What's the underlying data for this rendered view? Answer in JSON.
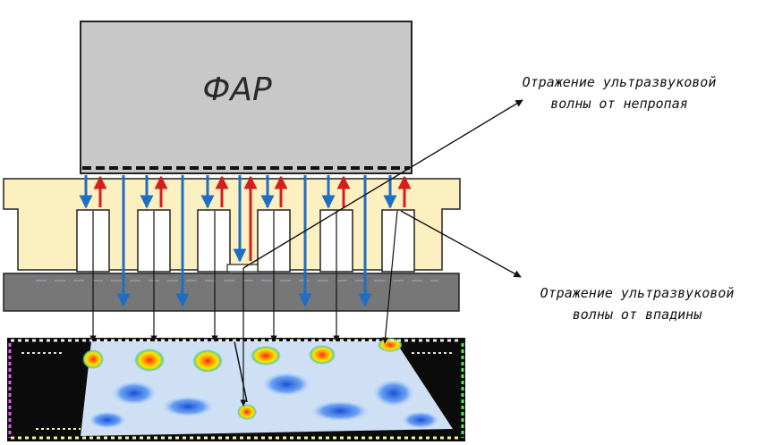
{
  "array_label": "ФАР",
  "annotations": {
    "lack_of_fusion": [
      "Отражение ультразвуковой",
      "волны от непропая"
    ],
    "groove": [
      "Отражение ультразвуковой",
      "волны от впадины"
    ]
  },
  "colors": {
    "array_fill": "#c8c8c8",
    "part_fill": "#fcefc0",
    "plate_fill": "#777777",
    "incident_arrow": "#1e6fc4",
    "reflected_arrow": "#d41e1e",
    "scan_background": "#cfe0f5",
    "scan_hotspot": "#ffcc00"
  }
}
